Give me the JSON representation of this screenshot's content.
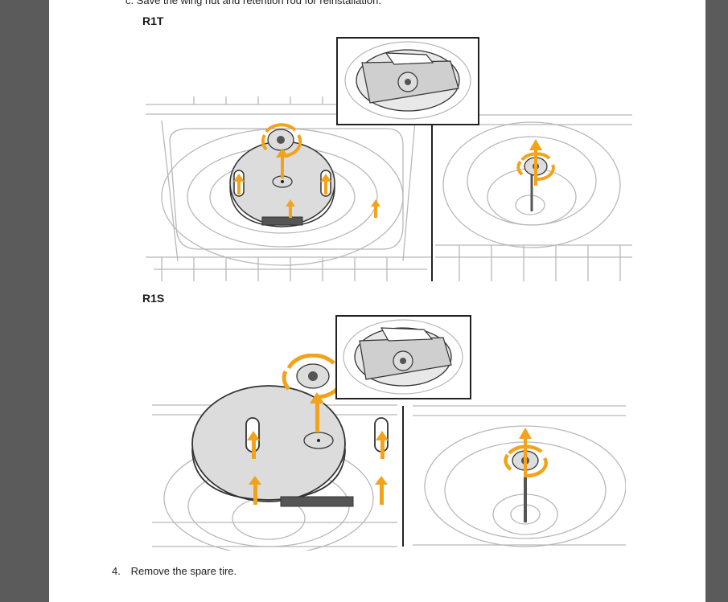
{
  "document": {
    "step_c_text": "c.  Save the wing nut and retention rod for reinstallation.",
    "sections": [
      {
        "title": "R1T"
      },
      {
        "title": "R1S"
      }
    ],
    "step4": {
      "number": "4.",
      "text": "Remove the spare tire."
    }
  },
  "colors": {
    "arrow": "#f2a31b",
    "line_art": "#b8b8b8",
    "dark_line": "#333333",
    "cover_fill": "#dcdcdc"
  }
}
